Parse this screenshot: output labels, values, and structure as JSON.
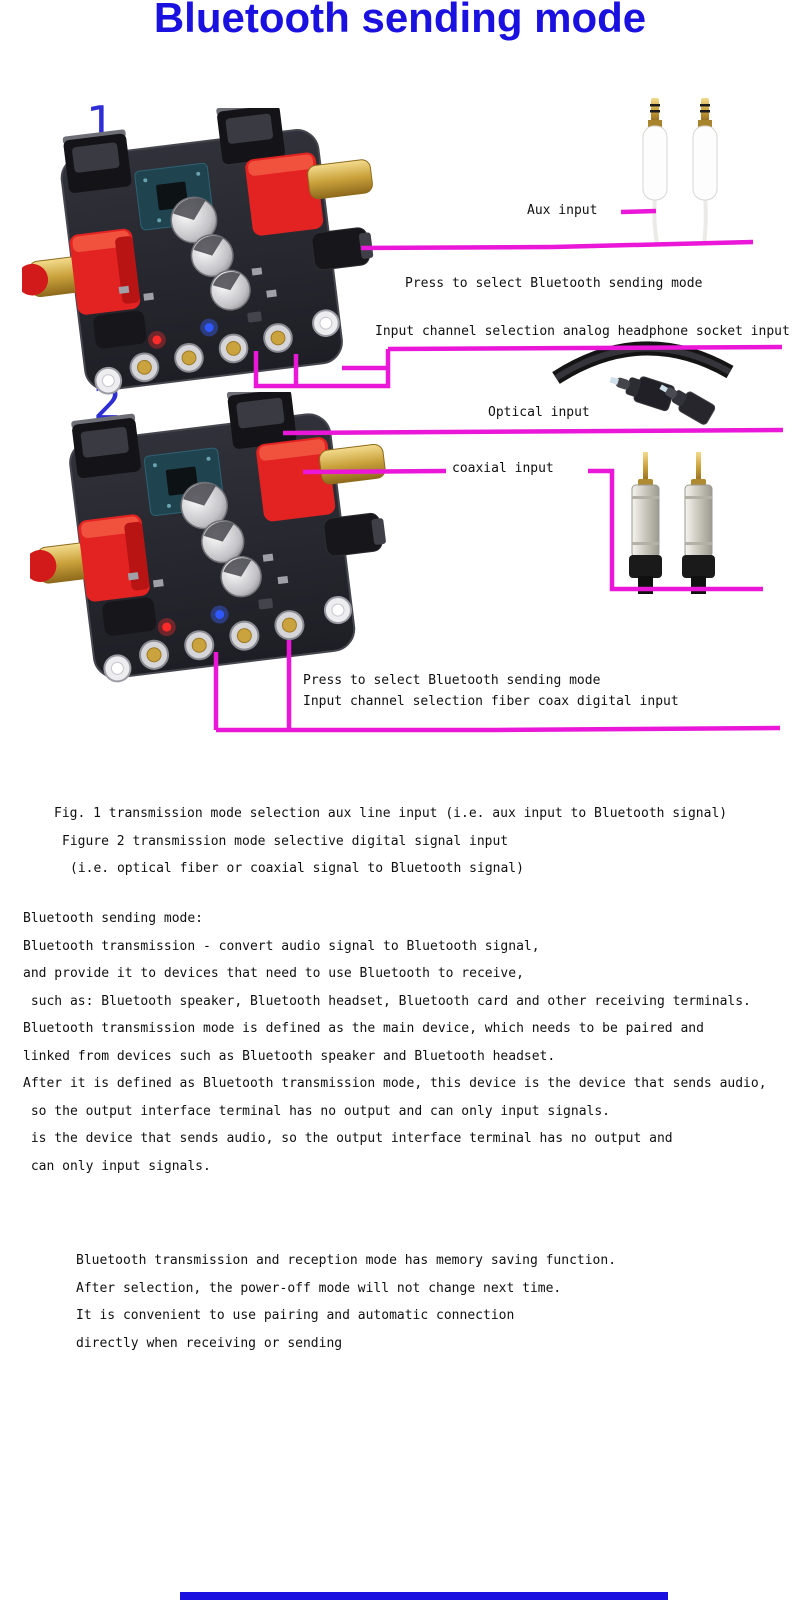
{
  "title": "Bluetooth sending mode",
  "colors": {
    "title_blue": "#1a10df",
    "figure_number_blue": "#2e2ed6",
    "annotation_magenta": "#ea16d8"
  },
  "figure1": {
    "number": "1"
  },
  "figure2": {
    "number": "2"
  },
  "annotations": {
    "aux_label": "Aux input",
    "press1": "Press to select Bluetooth sending mode",
    "channel1": "Input channel selection analog headphone socket input",
    "optical_label": "Optical input",
    "coaxial_label": "coaxial input",
    "press2": "Press to select Bluetooth sending mode",
    "channel2": "Input channel selection fiber coax digital input"
  },
  "caption": {
    "lines": [
      "Fig. 1 transmission mode selection aux line input (i.e. aux input to Bluetooth signal)",
      "Figure 2 transmission mode selective digital signal input",
      "(i.e. optical fiber or coaxial signal to Bluetooth signal)"
    ]
  },
  "body": {
    "lines": [
      "Bluetooth sending mode:",
      "Bluetooth transmission - convert audio signal to Bluetooth signal,",
      "and provide it to devices that need to use Bluetooth to receive,",
      " such as: Bluetooth speaker, Bluetooth headset, Bluetooth card and other receiving terminals.",
      "Bluetooth transmission mode is defined as the main device, which needs to be paired and",
      "linked from devices such as Bluetooth speaker and Bluetooth headset.",
      "After it is defined as Bluetooth transmission mode, this device is the device that sends audio,",
      " so the output interface terminal has no output and can only input signals.",
      " is the device that sends audio, so the output interface terminal has no output and",
      " can only input signals."
    ]
  },
  "note": {
    "lines": [
      "Bluetooth transmission and reception mode has memory saving function.",
      "After selection, the power-off mode will not change next time.",
      "It is convenient to use pairing and automatic connection",
      "directly when receiving or sending"
    ]
  }
}
